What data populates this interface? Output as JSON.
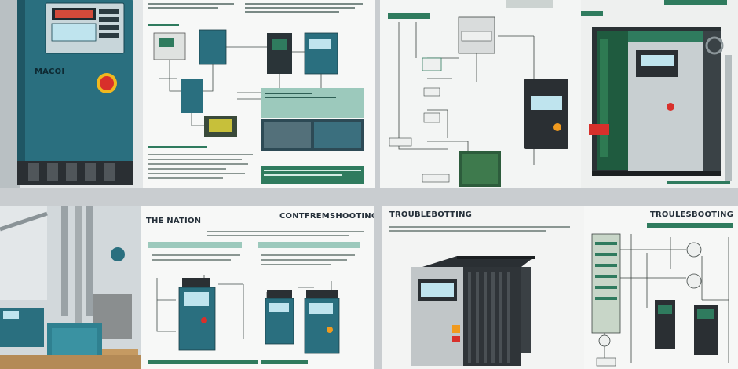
{
  "brand": "MACOI",
  "headings": {
    "panel_6": "THE NATION",
    "panel_6_right": "CONTFREMSHOOTING",
    "panel_7": "TROUBLEBOTTING",
    "panel_8": "TROULESBOOTING"
  },
  "colors": {
    "teal": "#2a6f7f",
    "teal_dark": "#1f5664",
    "green": "#2f7b5e",
    "mint": "#9cc9bc",
    "red": "#d8302b",
    "orange": "#f09a1f",
    "dark": "#2a2f33",
    "lcd": "#bfe4ee"
  }
}
